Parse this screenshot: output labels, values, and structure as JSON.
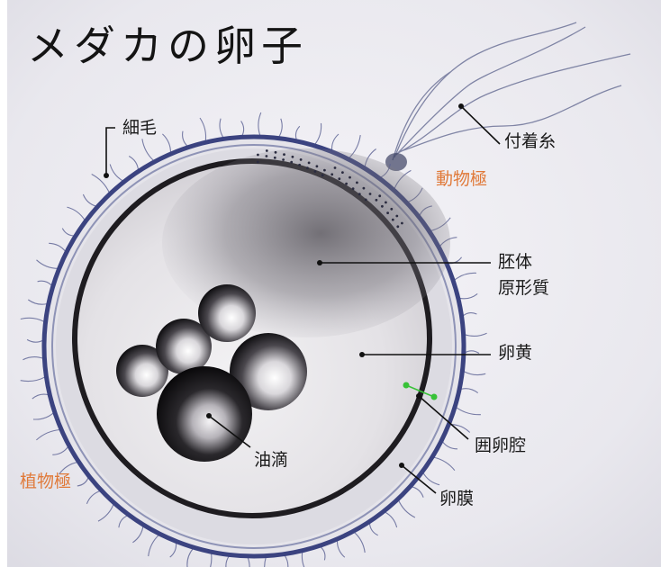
{
  "image": {
    "title": "メダカの卵子",
    "labels": {
      "cilia": "細毛",
      "attachment_filament": "付着糸",
      "animal_pole": "動物極",
      "embryo_line1": "胚体",
      "embryo_line2": "原形質",
      "yolk": "卵黄",
      "oil_droplets": "油滴",
      "perivitelline_space": "囲卵腔",
      "egg_membrane": "卵膜",
      "vegetal_pole": "植物極"
    },
    "colors": {
      "pole_label": "#e07a3a",
      "text": "#1a1a1a",
      "background": "#ffffff",
      "marker": "#38c238"
    }
  }
}
